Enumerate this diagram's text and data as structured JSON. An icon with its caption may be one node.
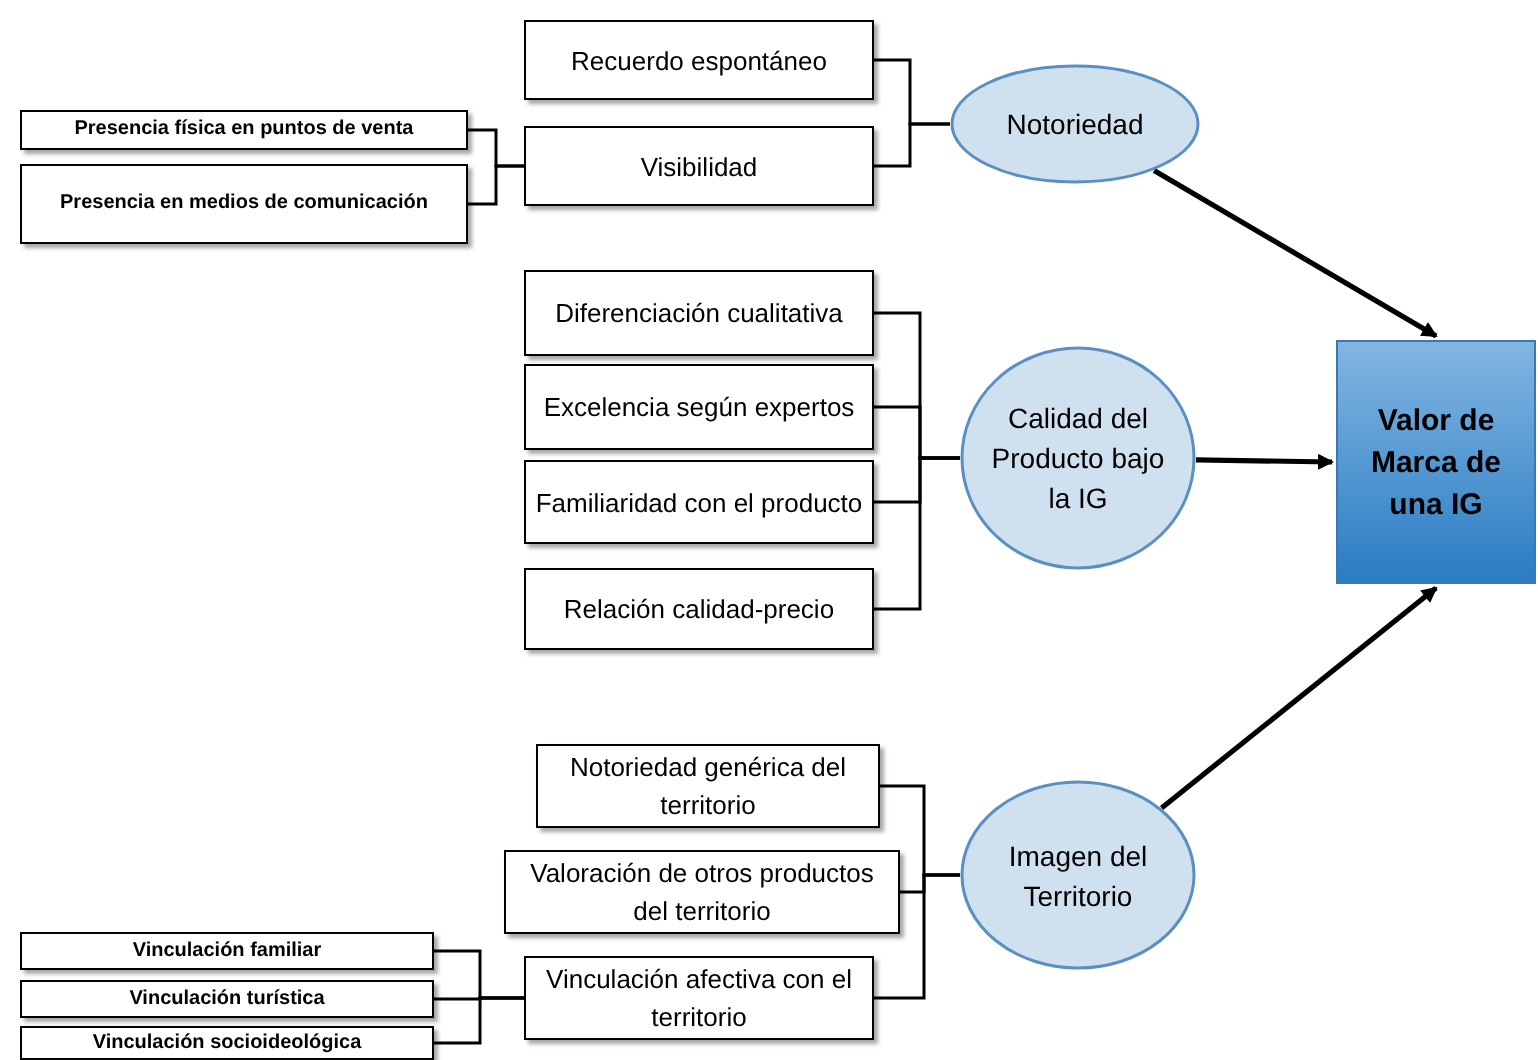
{
  "diagram": {
    "nodes": [
      {
        "text": [
          "Recuerdo espontáneo"
        ]
      },
      {
        "text": [
          "Visibilidad"
        ]
      },
      {
        "text": [
          "Presencia física en puntos de venta"
        ]
      },
      {
        "text": [
          "Presencia en medios de comunicación"
        ]
      },
      {
        "text": [
          "Notoriedad"
        ]
      },
      {
        "text": [
          "Diferenciación cualitativa"
        ]
      },
      {
        "text": [
          "Excelencia según expertos"
        ]
      },
      {
        "text": [
          "Familiaridad con el producto"
        ]
      },
      {
        "text": [
          "Relación calidad-precio"
        ]
      },
      {
        "text": [
          "Calidad del Producto bajo la IG"
        ]
      },
      {
        "text": [
          "Valor de Marca de una IG"
        ]
      },
      {
        "text": [
          "Notoriedad genérica del territorio"
        ]
      },
      {
        "text": [
          "Valoración de otros productos del territorio"
        ]
      },
      {
        "text": [
          "Vinculación afectiva con el territorio"
        ]
      },
      {
        "text": [
          "Imagen del Territorio"
        ]
      },
      {
        "text": [
          "Vinculación familiar"
        ]
      },
      {
        "text": [
          "Vinculación turística"
        ]
      },
      {
        "text": [
          "Vinculación socioideológica"
        ]
      }
    ],
    "edges": [
      {
        "from": 0,
        "to": 4,
        "arrow": "none"
      },
      {
        "from": 1,
        "to": 4,
        "arrow": "none"
      },
      {
        "from": 2,
        "to": 1,
        "arrow": "none"
      },
      {
        "from": 3,
        "to": 1,
        "arrow": "none"
      },
      {
        "from": 4,
        "to": 10,
        "arrow": "to"
      },
      {
        "from": 5,
        "to": 9,
        "arrow": "none"
      },
      {
        "from": 6,
        "to": 9,
        "arrow": "none"
      },
      {
        "from": 7,
        "to": 9,
        "arrow": "none"
      },
      {
        "from": 8,
        "to": 9,
        "arrow": "none"
      },
      {
        "from": 9,
        "to": 10,
        "arrow": "to"
      },
      {
        "from": 11,
        "to": 14,
        "arrow": "none"
      },
      {
        "from": 12,
        "to": 14,
        "arrow": "none"
      },
      {
        "from": 13,
        "to": 14,
        "arrow": "none"
      },
      {
        "from": 14,
        "to": 10,
        "arrow": "to"
      },
      {
        "from": 15,
        "to": 13,
        "arrow": "none"
      },
      {
        "from": 16,
        "to": 13,
        "arrow": "none"
      },
      {
        "from": 17,
        "to": 13,
        "arrow": "none"
      }
    ]
  }
}
